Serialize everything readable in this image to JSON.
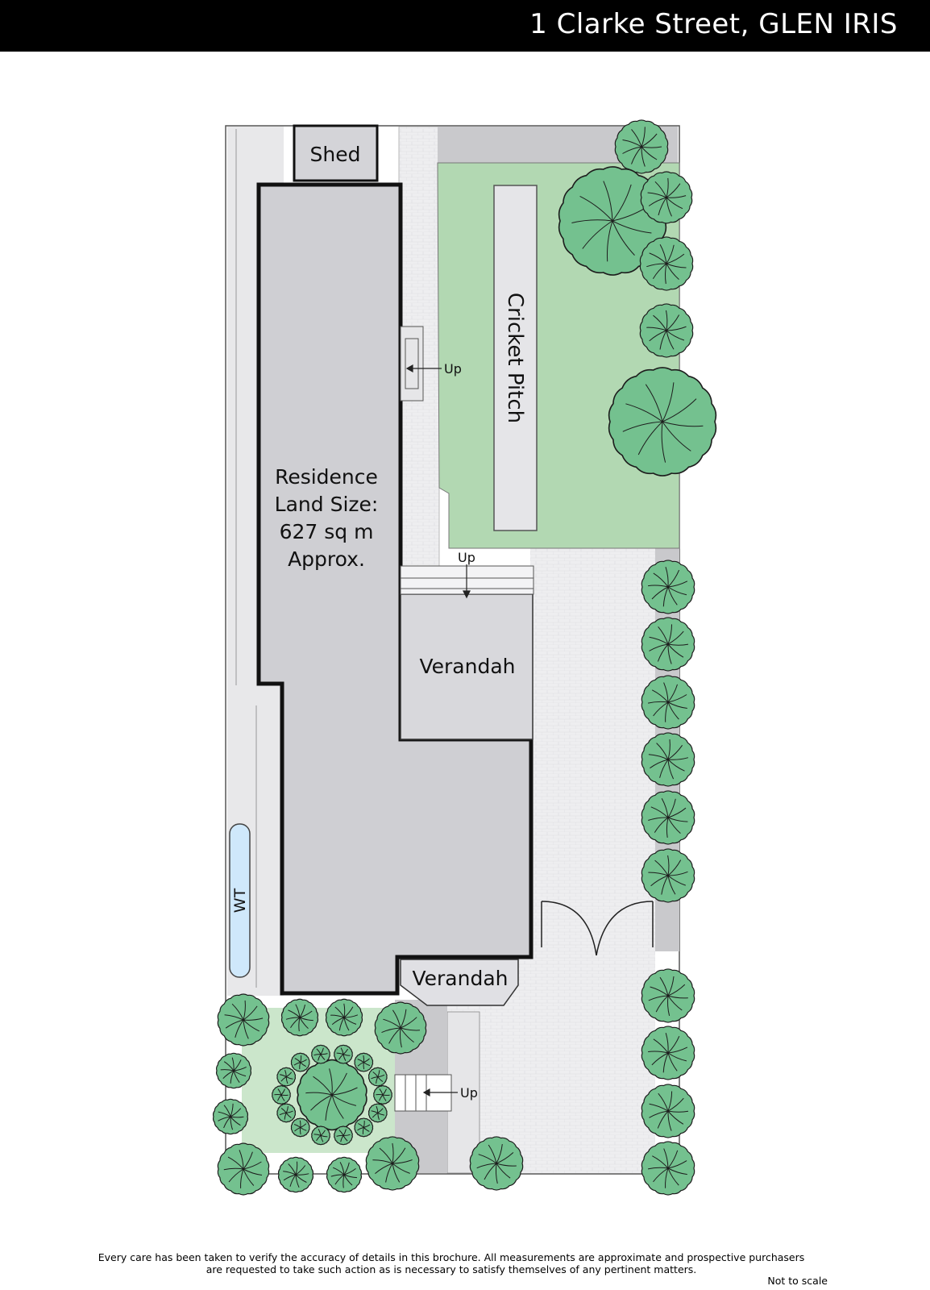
{
  "header": {
    "title": "1 Clarke Street, GLEN IRIS"
  },
  "plan": {
    "shed": "Shed",
    "residence_lines": [
      "Residence",
      "Land Size:",
      "627 sq m",
      "Approx."
    ],
    "cricket_pitch": "Cricket Pitch",
    "verandah_upper": "Verandah",
    "verandah_lower": "Verandah",
    "water_tank": "WT",
    "up_label": "Up"
  },
  "footer": {
    "disclaimer_line1": "Every care has been taken to verify the accuracy of details in this brochure.  All measurements are approximate and prospective purchasers",
    "disclaimer_line2": "are requested to take such action as is necessary to satisfy themselves of any pertinent matters.",
    "scale_note": "Not to scale"
  },
  "colors": {
    "header_bg": "#000000",
    "lawn": "#b2d8b2",
    "tree": "#74c18f",
    "building": "#cfcfd3",
    "paving": "#eeeef0",
    "grey_strip": "#c9c9cc",
    "water_tank": "#cfe8fb"
  }
}
